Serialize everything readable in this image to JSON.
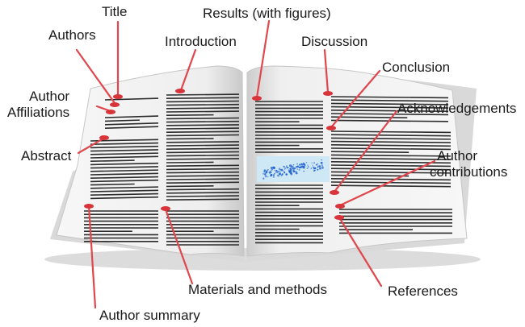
{
  "colors": {
    "leader": "#e0474c",
    "marker": "#d8343a",
    "text_line": "#2b2b2b",
    "page": "#f6f6f6",
    "page_edge": "#c9c9c9",
    "figure_bg": "#cfe8f5",
    "figure_dots": "#1f5fd0"
  },
  "labels": {
    "title": "Title",
    "authors": "Authors",
    "author_affiliations_line1": "Author",
    "author_affiliations_line2": "Affiliations",
    "abstract": "Abstract",
    "introduction": "Introduction",
    "results": "Results (with figures)",
    "discussion": "Discussion",
    "conclusion": "Conclusion",
    "acknowledgements": "Acknowledgements",
    "author_contributions_line1": "Author",
    "author_contributions_line2": "contributions",
    "materials_methods": "Materials and methods",
    "references": "References",
    "author_summary": "Author summary"
  }
}
